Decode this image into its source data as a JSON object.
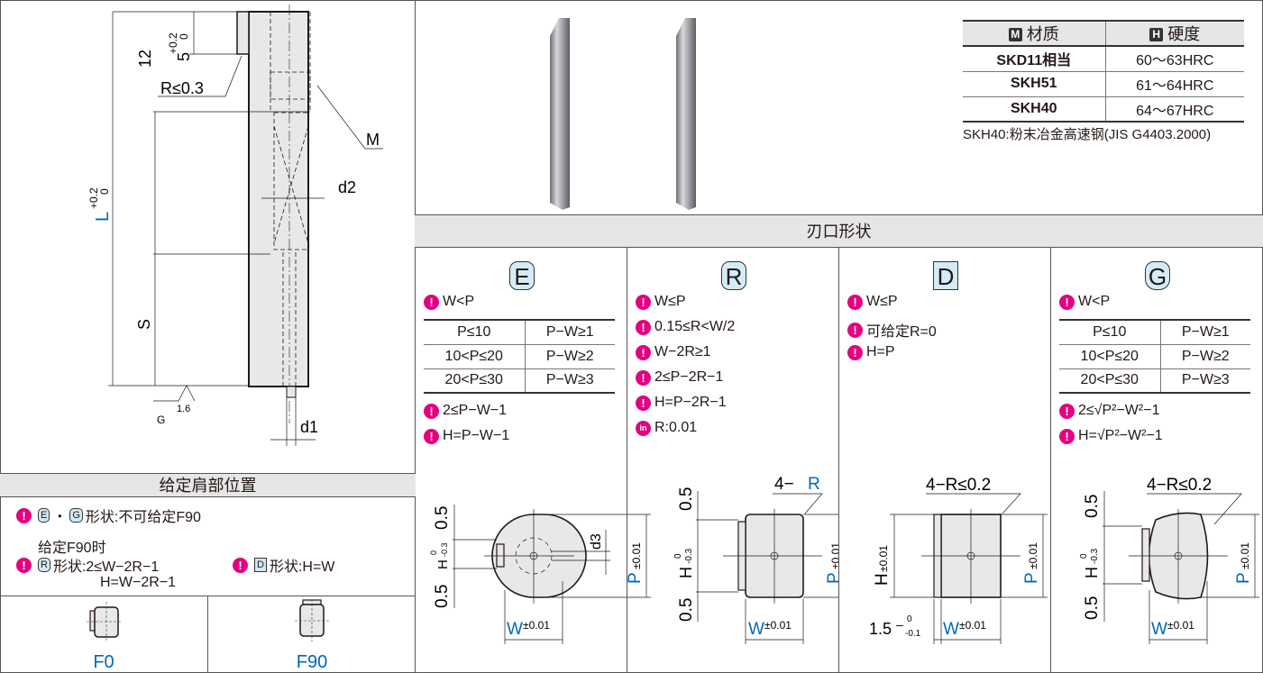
{
  "main_drawing": {
    "labels": {
      "dim_12": "12",
      "dim_5": "5",
      "tol_5_upper": "+0.2",
      "tol_5_lower": "0",
      "radius": "R≤0.3",
      "m": "M",
      "dim_L": "L",
      "tol_L_upper": "+0.2",
      "tol_L_lower": "0",
      "d2": "d2",
      "s": "S",
      "roughness": "1.6",
      "g": "G",
      "d1": "d1"
    }
  },
  "shoulder_section": {
    "title": "给定肩部位置",
    "note1": {
      "prefix": "E",
      "sep": "・",
      "prefix2": "G",
      "text": "形状:不可给定F90"
    },
    "note2_heading": "给定F90时",
    "note3": {
      "badge": "R",
      "text": "形状:2≤W−2R−1",
      "text2": "H=W−2R−1"
    },
    "note4": {
      "badge": "D",
      "text": "形状:H=W"
    },
    "options": [
      {
        "label": "F0"
      },
      {
        "label": "F90"
      }
    ]
  },
  "materials": {
    "header": {
      "material_icon": "M",
      "material": "材质",
      "hardness_icon": "H",
      "hardness": "硬度"
    },
    "rows": [
      {
        "material": "SKD11相当",
        "hardness": "60～63HRC"
      },
      {
        "material": "SKH51",
        "hardness": "61～64HRC"
      },
      {
        "material": "SKH40",
        "hardness": "64～67HRC"
      }
    ],
    "footnote": "SKH40:粉末冶金高速钢(JIS G4403.2000)"
  },
  "edge_section_title": "刃口形状",
  "shapes": [
    {
      "code": "E",
      "conditions": [
        "W<P"
      ],
      "table": [
        [
          "P≤10",
          "P−W≥1"
        ],
        [
          "10<P≤20",
          "P−W≥2"
        ],
        [
          "20<P≤30",
          "P−W≥3"
        ]
      ],
      "after": [
        "2≤P−W−1",
        "H=P−W−1"
      ],
      "drawing": {
        "h": "H",
        "h_tol_upper": "0",
        "h_tol_lower": "-0.3",
        "half": "0.5",
        "p": "P",
        "p_tol": "±0.01",
        "w": "W",
        "w_tol": "±0.01",
        "d3": "d3"
      }
    },
    {
      "code": "R",
      "conditions": [
        "W≤P",
        "0.15≤R<W/2",
        "W−2R≥1",
        "2≤P−2R−1",
        "H=P−2R−1"
      ],
      "info": "R:0.01",
      "info_icon": "in",
      "drawing": {
        "corner": "4−",
        "corner_r": "R",
        "h": "H",
        "h_tol_upper": "0",
        "h_tol_lower": "-0.3",
        "half": "0.5",
        "p": "P",
        "p_tol": "±0.01",
        "w": "W",
        "w_tol": "±0.01"
      }
    },
    {
      "code": "D",
      "conditions": [
        "W≤P",
        "可给定R=0",
        "H=P"
      ],
      "drawing": {
        "corner": "4−R≤0.2",
        "h": "H",
        "h_tol": "±0.01",
        "p": "P",
        "p_tol": "±0.01",
        "w": "W",
        "w_tol": "±0.01",
        "step": "1.5",
        "step_tol_upper": "0",
        "step_tol_lower": "-0.1"
      }
    },
    {
      "code": "G",
      "conditions": [
        "W<P"
      ],
      "table": [
        [
          "P≤10",
          "P−W≥1"
        ],
        [
          "10<P≤20",
          "P−W≥2"
        ],
        [
          "20<P≤30",
          "P−W≥3"
        ]
      ],
      "after": [
        "2≤√P²−W²−1",
        "H=√P²−W²−1"
      ],
      "drawing": {
        "corner": "4−R≤0.2",
        "h": "H",
        "h_tol_upper": "0",
        "h_tol_lower": "-0.3",
        "half": "0.5",
        "p": "P",
        "p_tol": "±0.01",
        "w": "W",
        "w_tol": "±0.01"
      }
    }
  ],
  "colors": {
    "accent_blue": "#0068b7",
    "warning_pink": "#e4007f",
    "header_gray": "#e6e6e6",
    "badge_blue": "#d4ecf8"
  }
}
